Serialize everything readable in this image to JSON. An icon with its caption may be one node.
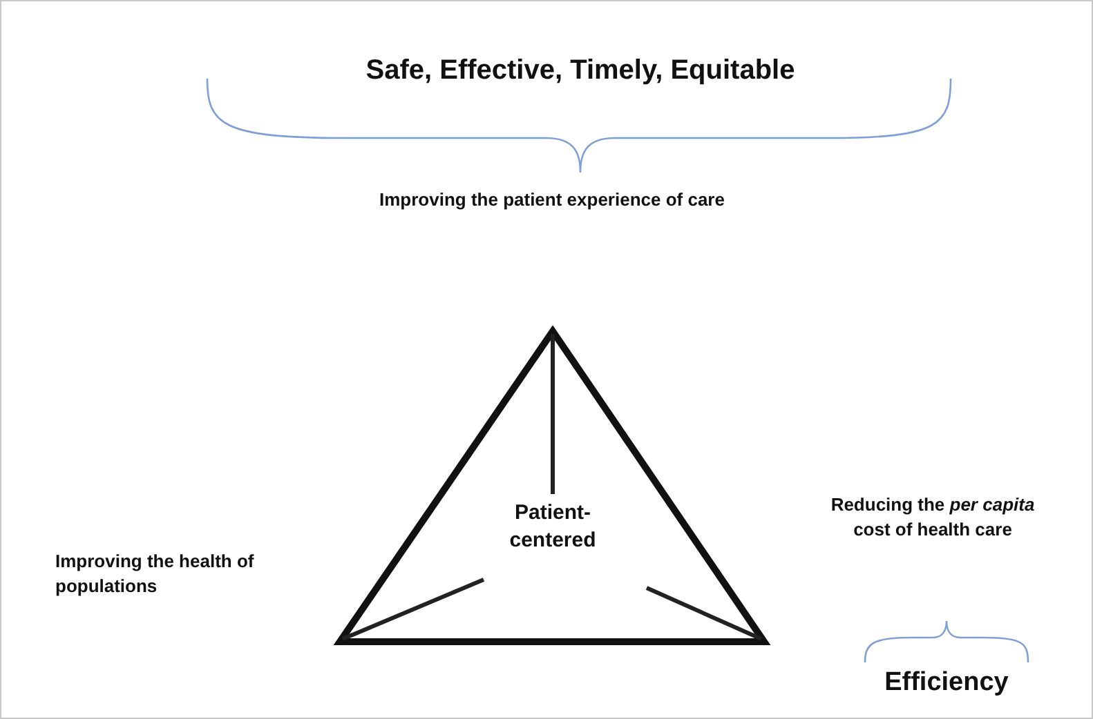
{
  "diagram": {
    "nodes": [
      {
        "text": [
          "Patient-centered"
        ]
      }
    ],
    "edges": [],
    "labels": [
      "Safe, Effective, Timely, Equitable",
      "Improving the patient experience of care",
      "Improving the health of populations",
      "Reducing the *per capita* cost of health care",
      "Efficiency"
    ]
  }
}
